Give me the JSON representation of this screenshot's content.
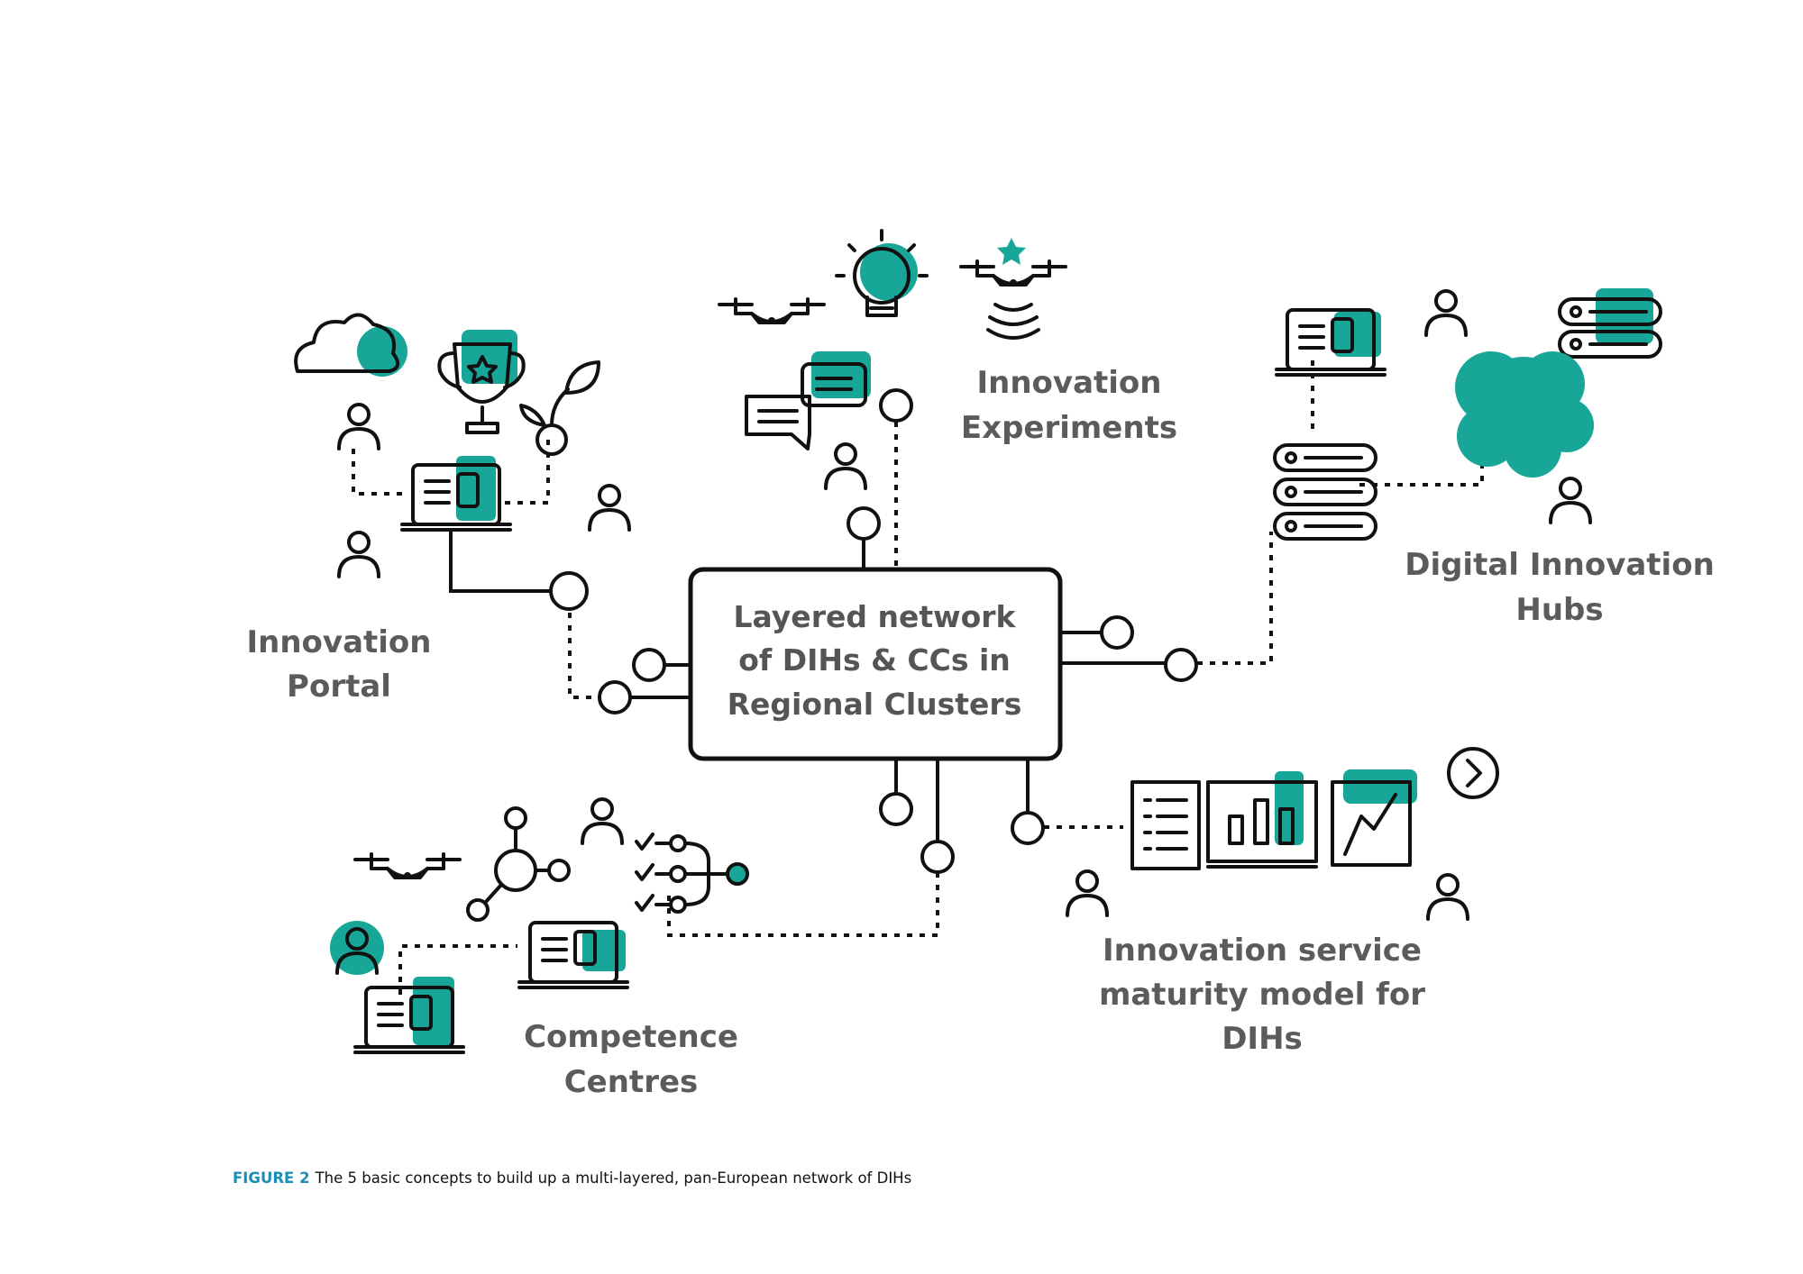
{
  "diagram": {
    "center": {
      "line1": "Layered network",
      "line2": "of  DIHs & CCs in",
      "line3": "Regional Clusters"
    },
    "innovation_portal": {
      "line1": "Innovation",
      "line2": "Portal"
    },
    "innovation_experiments": {
      "line1": "Innovation",
      "line2": "Experiments"
    },
    "digital_innovation_hubs": {
      "line1": "Digital Innovation",
      "line2": "Hubs"
    },
    "competence_centres": {
      "line1": "Competence",
      "line2": "Centres"
    },
    "maturity_model": {
      "line1": "Innovation service",
      "line2": "maturity model for",
      "line3": "DIHs"
    },
    "accent_color": "#17a698"
  },
  "caption": {
    "figure_label": "FIGURE 2",
    "text": "The 5 basic concepts to build up a multi-layered, pan-European network of DIHs"
  }
}
